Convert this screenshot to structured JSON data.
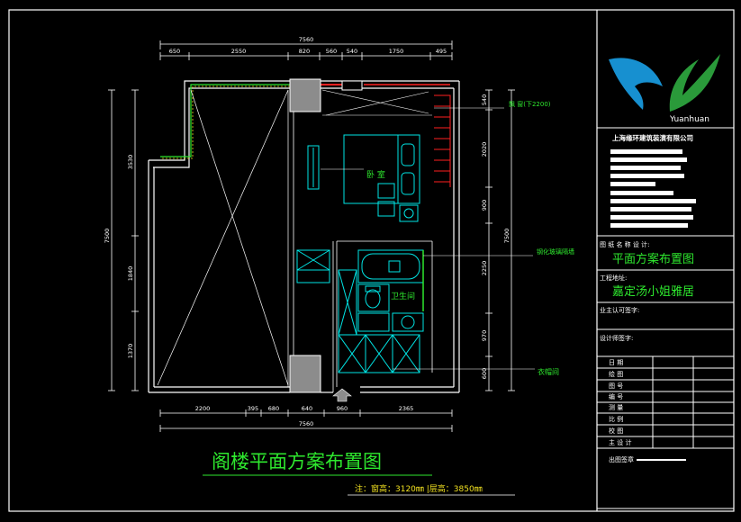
{
  "colors": {
    "background": "#000000",
    "line": "#ffffff",
    "wall_fill": "#8c8c8c",
    "cyan": "#00e5e5",
    "green": "#2ee82e",
    "red": "#ff2020",
    "yellow": "#f0e020",
    "logo_blue": "#1790d0",
    "logo_green": "#2a9a3a"
  },
  "logo": {
    "brand": "Yuanhuan"
  },
  "company": {
    "name": "上海缘环建筑装潢有限公司"
  },
  "title_block": {
    "drawing_name_label": "图 纸 名 称 设 计:",
    "drawing_name": "平面方案布置图",
    "project_address_label": "工程地址:",
    "project_name": "嘉定汤小姐雅居",
    "owner_label": "业主认可签字:",
    "designer_label": "设计师签字:",
    "rows": [
      "日 期",
      "绘 图",
      "图 号",
      "编 号",
      "测 量",
      "比 例",
      "校 图",
      "主 设 计"
    ],
    "release_label": "出图签章"
  },
  "drawing": {
    "title": "阁楼平面方案布置图",
    "note": "注：窗高：3120㎜ |层高：3850㎜",
    "rooms": {
      "bedroom": "卧 室",
      "bathroom": "卫生间",
      "closet": "衣帽间"
    },
    "annotations": {
      "skylight": "飘  窗(下2200)",
      "glass_wall": "钢化玻璃隔墙"
    },
    "dims_top": {
      "total": "7560",
      "segments": [
        "650",
        "2550",
        "820",
        "560",
        "540",
        "1750",
        "495"
      ]
    },
    "dims_bottom": {
      "total": "7560",
      "segments": [
        "2200",
        "395",
        "680",
        "640",
        "960",
        "2365"
      ]
    },
    "dims_left": {
      "total": "7500",
      "segments": [
        "3530",
        "1840",
        "1370"
      ]
    },
    "dims_right": {
      "total": "7500",
      "segments": [
        "540",
        "2020",
        "900",
        "2250",
        "970",
        "600"
      ]
    }
  }
}
